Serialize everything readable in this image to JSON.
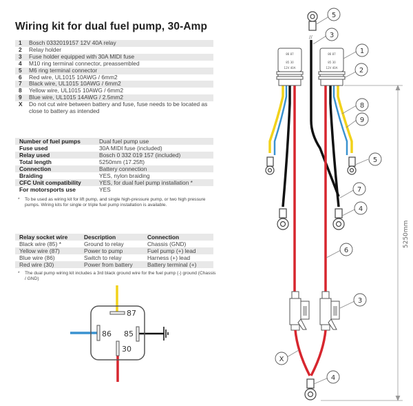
{
  "title": "Wiring kit for dual fuel pump, 30-Amp",
  "parts": [
    {
      "num": "1",
      "text": "Bosch 0332019157 12V 40A relay"
    },
    {
      "num": "2",
      "text": "Relay holder"
    },
    {
      "num": "3",
      "text": "Fuse holder equipped with 30A MIDI fuse"
    },
    {
      "num": "4",
      "text": "M10 ring terminal connector, preassembled"
    },
    {
      "num": "5",
      "text": "M6 ring terminal connector"
    },
    {
      "num": "6",
      "text": "Red wire, UL1015 10AWG / 6mm2"
    },
    {
      "num": "7",
      "text": "Black wire, UL1015 10AWG / 6mm2"
    },
    {
      "num": "8",
      "text": "Yellow wire, UL1015 10AWG / 6mm2"
    },
    {
      "num": "9",
      "text": "Blue wire, UL1015 14AWG / 2.5mm2"
    },
    {
      "num": "X",
      "text": "Do not cut wire between battery and fuse, fuse needs to be located as close to battery as intended"
    }
  ],
  "specs": [
    {
      "key": "Number of fuel pumps",
      "value": "Dual fuel pump use"
    },
    {
      "key": "Fuse used",
      "value": "30A MIDI fuse (included)"
    },
    {
      "key": "Relay used",
      "value": "Bosch 0 332 019 157 (included)"
    },
    {
      "key": "Total length",
      "value": "5250mm (17.25ft)"
    },
    {
      "key": "Connection",
      "value": "Battery connection"
    },
    {
      "key": "Braiding",
      "value": "YES, nylon braiding"
    },
    {
      "key": "CFC Unit compatibility",
      "value": "YES, for dual fuel pump installation *"
    },
    {
      "key": "For motorsports use",
      "value": "YES"
    }
  ],
  "spec_note": {
    "star": "*",
    "text": "To be used as wiring kit for lift pump, and single high-pressure pump, or two high pressure pumps. Wiring kits for single or triple fuel pump installation is available."
  },
  "relay_table": {
    "headers": [
      "Relay socket wire",
      "Description",
      "Connection"
    ],
    "rows": [
      [
        "Black wire (85) *",
        "Ground to relay",
        "Chassis (GND)"
      ],
      [
        "Yellow wire (87)",
        "Power to pump",
        "Fuel pump (+) lead"
      ],
      [
        "Blue wire (86)",
        "Switch to relay",
        "Harness (+) lead"
      ],
      [
        "Red wire (30)",
        "Power from battery",
        "Battery terminal (+)"
      ]
    ]
  },
  "relay_note": {
    "star": "*",
    "text": "The dual pump wiring kit includes a 3rd black ground wire for the fuel pump (-) ground (Chassis / GND)"
  },
  "pinout": {
    "pins": {
      "p87": "87",
      "p86": "86",
      "p85": "85",
      "p30": "30"
    },
    "colors": {
      "yellow": "#f2d21b",
      "blue": "#3a92d0",
      "black": "#111111",
      "red": "#d7262e"
    }
  },
  "diagram": {
    "length_label": "5250mm",
    "relay_label_top": "86  87",
    "relay_label_bottom": "85  30",
    "relay_rating": "12V  40A",
    "callouts": {
      "c5_top": "5",
      "c3_top": "3",
      "c1": "1",
      "c2": "2",
      "c8": "8",
      "c9": "9",
      "c5_mid": "5",
      "c7": "7",
      "c4_mid": "4",
      "c6": "6",
      "c3_fuse": "3",
      "cX": "X",
      "c4_bottom": "4"
    }
  }
}
